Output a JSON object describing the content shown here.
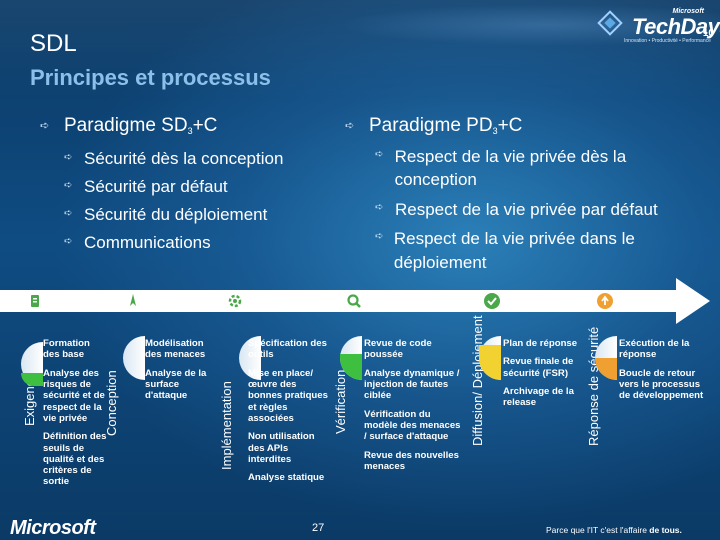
{
  "header": {
    "title": "SDL",
    "subtitle": "Principes et processus",
    "logo_microsoft_small": "Microsoft",
    "logo_techdays": "TechDays",
    "logo_num": "10",
    "logo_tagline": "Innovation • Productivité • Performance"
  },
  "left": {
    "head_prefix": "Paradigme SD",
    "head_sub": "3",
    "head_suffix": "+C",
    "items": [
      "Sécurité dès la conception",
      "Sécurité par défaut",
      "Sécurité du déploiement",
      "Communications"
    ]
  },
  "right": {
    "head_prefix": "Paradigme PD",
    "head_sub": "3",
    "head_suffix": "+C",
    "items": [
      "Respect de la vie privée dès la conception",
      "Respect de la vie privée par défaut",
      "Respect de la vie privée dans le déploiement"
    ]
  },
  "phases": [
    {
      "label": "Exigences",
      "lines": [
        "Formation des base",
        "Analyse des risques de sécurité et de respect de la vie privée",
        "Définition des seuils de qualité et des critères de sortie"
      ],
      "fill": 0.3
    },
    {
      "label": "Conception",
      "lines": [
        "Modélisation des menaces",
        "Analyse de la surface d'attaque"
      ],
      "fill": 0.0
    },
    {
      "label": "Implémentation",
      "lines": [
        "Spécification des outils",
        "Mise en place/œuvre des bonnes pratiques et règles associées",
        "Non utilisation des APIs interdites",
        "Analyse statique"
      ],
      "fill": 0.0
    },
    {
      "label": "Vérification",
      "lines": [
        "Revue de code poussée",
        "Analyse dynamique / injection de fautes ciblée",
        "Vérification du modèle des menaces / surface d'attaque",
        "Revue des nouvelles menaces"
      ],
      "fill": 0.6
    },
    {
      "label": "Diffusion/ Déploiement",
      "lines": [
        "Plan de réponse",
        "Revue finale de sécurité (FSR)",
        "Archivage de la release"
      ],
      "fill": 0.8
    },
    {
      "label": "Réponse de sécurité",
      "lines": [
        "Exécution de la réponse",
        "Boucle de retour vers le processus de développement"
      ],
      "fill": 0.5
    }
  ],
  "footer": {
    "logo": "Microsoft",
    "page": "27",
    "tagline_a": "Parce que l'IT c'est l'affaire",
    "tagline_b": " de tous."
  },
  "colors": {
    "accent": "#8cc0ea",
    "green": "#3fbf3f",
    "orange": "#f0a030",
    "yellow": "#f2d230"
  }
}
